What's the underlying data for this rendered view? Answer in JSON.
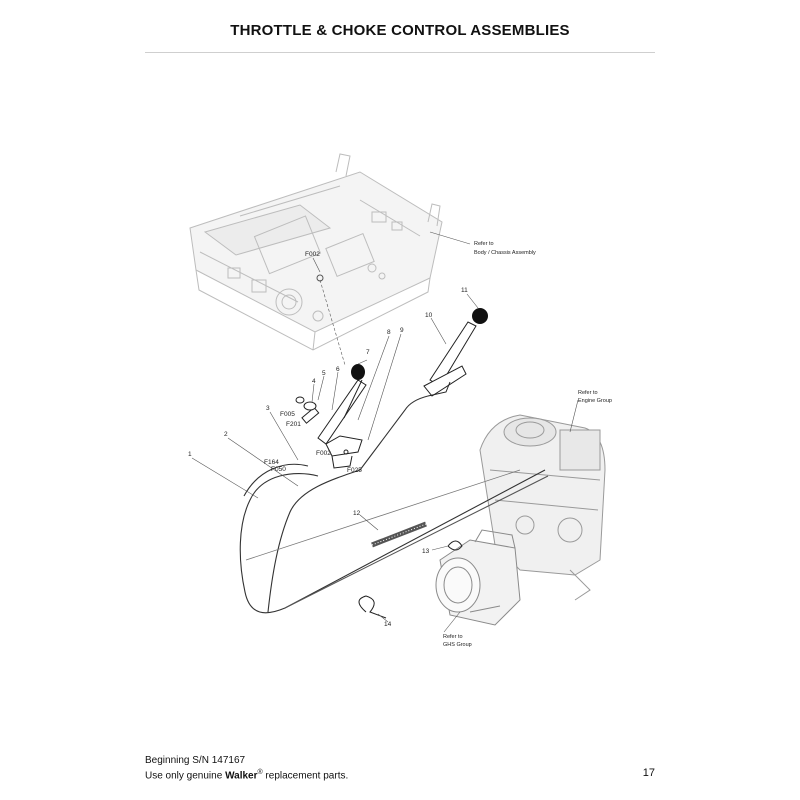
{
  "header": {
    "title": "THROTTLE & CHOKE CONTROL ASSEMBLIES"
  },
  "refs": {
    "body": [
      "Refer to",
      "Body / Chassis Assembly"
    ],
    "engine": [
      "Refer to",
      "Engine Group"
    ],
    "ghs": [
      "Refer to",
      "GHS Group"
    ]
  },
  "callouts": {
    "c1": "1",
    "c2": "2",
    "c3": "3",
    "c4": "4",
    "c5": "5",
    "c6": "6",
    "c7": "7",
    "c8": "8",
    "c9": "9",
    "c10": "10",
    "c11": "11",
    "c12": "12",
    "c13": "13",
    "c14": "14",
    "F002a": "F002",
    "F002b": "F002",
    "F005": "F005",
    "F201": "F201",
    "F164": "F164",
    "F050": "F050",
    "F025": "F025"
  },
  "footer": {
    "serial": "Beginning S/N 147167",
    "notice_pre": "Use only genuine ",
    "brand": "Walker",
    "reg": "®",
    "notice_post": " replacement parts.",
    "page": "17"
  }
}
